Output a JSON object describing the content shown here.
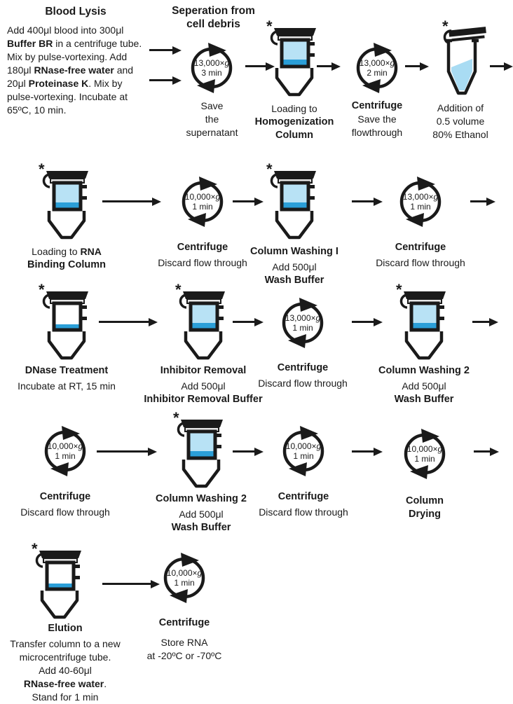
{
  "ui": {
    "asterisk": "*",
    "g_italic": "g"
  },
  "palette": {
    "ink": "#1a1a1a",
    "column_fill": "#b8e2f5",
    "membrane": "#2b9fd8",
    "liquid": "#a9dcf3",
    "cap_rim": "#e6e6e6"
  },
  "lysis": {
    "title": "Blood Lysis",
    "seg0": "Add 400μl blood into 300μl ",
    "seg1": "Buffer BR",
    "seg2": " in a centrifuge tube. Mix by pulse-vortexing. Add 180μl ",
    "seg3": "RNase-free water",
    "seg4": " and 20μl ",
    "seg5": "Proteinase K",
    "seg6": ". Mix by pulse-vortexing. Incubate at 65ºC, 10 min."
  },
  "separation_title": {
    "line1": "Seperation from",
    "line2": "cell debris"
  },
  "nodes": {
    "c1": {
      "speed": "13,000×",
      "time": "3 min",
      "cap": [
        "Save",
        "the",
        "supernatant"
      ]
    },
    "t1": {
      "cap1": "Loading to",
      "cap2": "Homogenization",
      "cap3": "Column"
    },
    "c2": {
      "speed": "13,000×",
      "time": "2 min",
      "title": "Centrifuge",
      "sub1": "Save the",
      "sub2": "flowthrough"
    },
    "t2": {
      "cap": [
        "Addition of",
        "0.5 volume",
        "80% Ethanol"
      ]
    },
    "t3": {
      "l1a": "Loading to ",
      "l1b": "RNA",
      "l2": "Binding Column"
    },
    "c3": {
      "speed": "10,000×",
      "time": "1 min",
      "title": "Centrifuge",
      "sub": "Discard flow through"
    },
    "t4": {
      "title": "Column Washing I",
      "sub1": "Add 500μl",
      "sub2": "Wash Buffer"
    },
    "c4": {
      "speed": "13,000×",
      "time": "1 min",
      "title": "Centrifuge",
      "sub": "Discard flow through"
    },
    "t5": {
      "title": "DNase Treatment",
      "sub": "Incubate at RT, 15 min"
    },
    "t6": {
      "title": "Inhibitor Removal",
      "sub1": "Add 500μl",
      "sub2": "Inhibitor Removal Buffer"
    },
    "c5": {
      "speed": "13,000×",
      "time": "1 min",
      "title": "Centrifuge",
      "sub": "Discard flow through"
    },
    "t7": {
      "title": "Column Washing 2",
      "sub1": "Add 500μl",
      "sub2": "Wash Buffer"
    },
    "c6": {
      "speed": "10,000×",
      "time": "1 min",
      "title": "Centrifuge",
      "sub": "Discard flow through"
    },
    "t8": {
      "title": "Column Washing 2",
      "sub1": "Add 500μl",
      "sub2": "Wash Buffer"
    },
    "c7": {
      "speed": "10,000×",
      "time": "1 min",
      "title": "Centrifuge",
      "sub": "Discard flow through"
    },
    "c8": {
      "speed": "10,000×",
      "time": "1 min",
      "title1": "Column",
      "title2": "Drying"
    },
    "t9": {
      "title": "Elution",
      "sub1": "Transfer column to a new",
      "sub2": "microcentrifuge tube.",
      "sub3": "Add 40-60μl",
      "sub4b": "RNase-free water",
      "sub4r": ".",
      "sub5": "Stand for 1 min"
    },
    "c9": {
      "speed": "10,000×",
      "time": "1 min",
      "title": "Centrifuge",
      "sub1": "Store RNA",
      "sub2": "at -20ºC or -70ºC"
    }
  }
}
